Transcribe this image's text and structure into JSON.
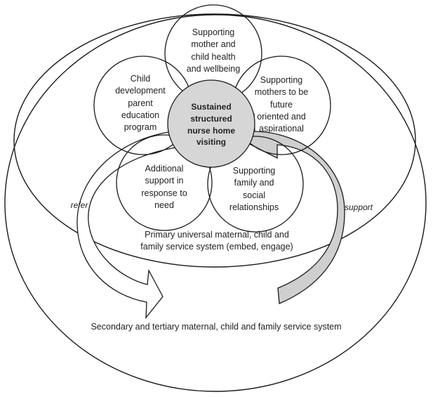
{
  "diagram": {
    "center": "Sustained\nstructured\nnurse home\nvisiting",
    "petals": {
      "top": "Supporting\nmother and\nchild health\nand wellbeing",
      "upper_left": "Child\ndevelopment\nparent\neducation\nprogram",
      "upper_right": "Supporting\nmothers to be\nfuture\noriented and\naspirational",
      "lower_left": "Additional\nsupport in\nresponse to\nneed",
      "lower_right": "Supporting\nfamily and\nsocial\nrelationships"
    },
    "primary_system": "Primary universal maternal, child and\nfamily service system (embed, engage)",
    "secondary_system": "Secondary and tertiary maternal, child and family service system",
    "arrow_labels": {
      "refer": "refer",
      "support": "support"
    }
  },
  "colors": {
    "stroke": "#1a1a1a",
    "center_fill": "#d6d6d6",
    "arrow_fill": "#cfcfcf",
    "background": "#ffffff"
  }
}
